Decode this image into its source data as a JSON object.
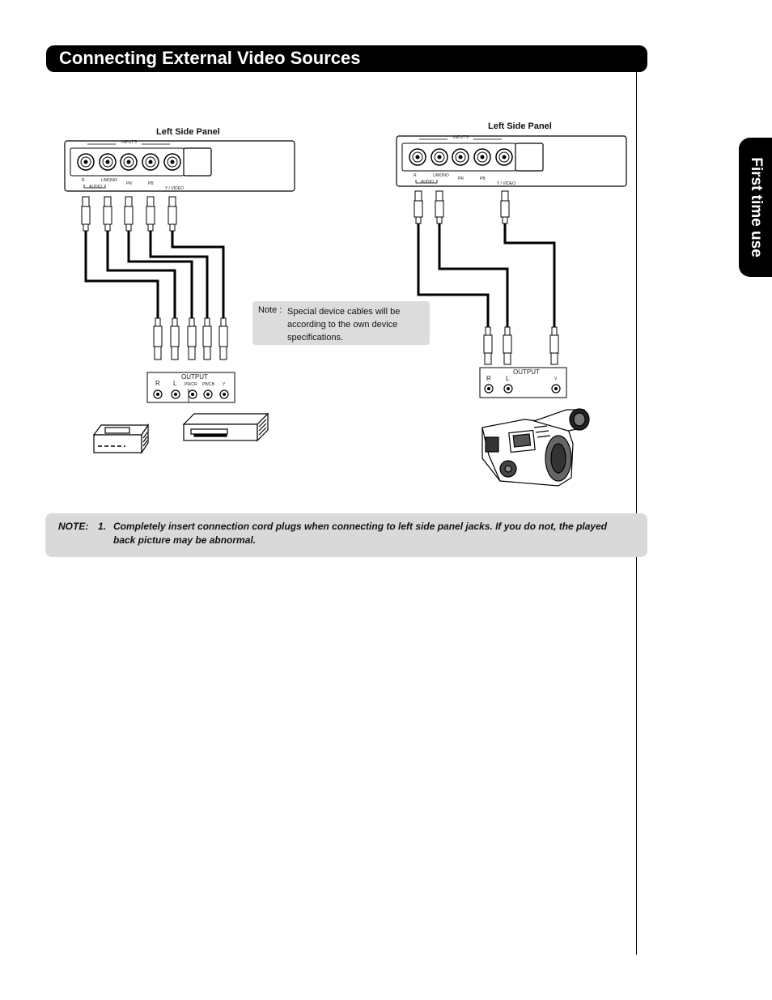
{
  "title": "Connecting External Video Sources",
  "side_tab": "First time use",
  "left_diagram": {
    "panel_label": "Left Side Panel",
    "input_label": "INPUT 5",
    "jack_labels": [
      "R",
      "L/MONO",
      "PR",
      "PB",
      "Y / VIDEO"
    ],
    "audio_label": "AUDIO",
    "output_label": "OUTPUT",
    "output_jacks": [
      "R",
      "L",
      "PR/CR",
      "PB/CB",
      "Y"
    ]
  },
  "right_diagram": {
    "panel_label": "Left Side Panel",
    "input_label": "INPUT 5",
    "jack_labels": [
      "R",
      "L/MONO",
      "PR",
      "PB",
      "Y / VIDEO"
    ],
    "audio_label": "AUDIO",
    "output_label": "OUTPUT",
    "output_jacks": [
      "R",
      "L",
      "V"
    ]
  },
  "device_note": {
    "lead": "Note :",
    "text": "Special device cables will be according to the own device specifications."
  },
  "bottom_note": {
    "label": "NOTE:",
    "number": "1.",
    "text": "Completely insert connection cord plugs when connecting to left side panel jacks. If you do not, the played back picture may be abnormal."
  },
  "icons": [
    "dvd-player-icon",
    "vcr-icon",
    "camcorder-icon",
    "rca-plug-icon",
    "jack-icon"
  ]
}
